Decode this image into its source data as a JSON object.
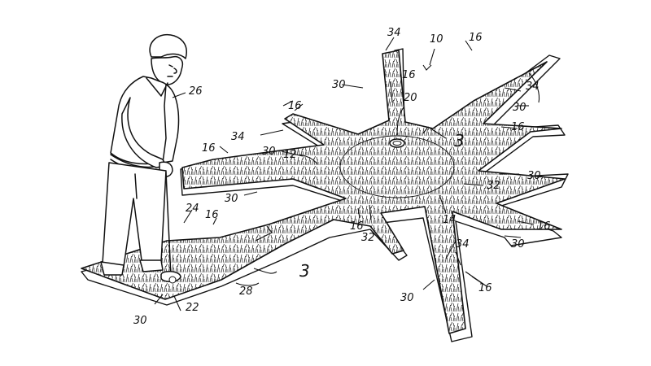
{
  "figure": {
    "ref_10": "10",
    "ref_12": "12",
    "ref_14": "14",
    "ref_20": "20",
    "ref_22": "22",
    "ref_24": "24",
    "ref_26": "26",
    "ref_28": "28",
    "ref_32": "32",
    "ref_34": "34",
    "ref_30": "30",
    "ref_16": "16",
    "section_3": "3"
  },
  "colors": {
    "ink": "#111111",
    "paper": "#ffffff"
  }
}
